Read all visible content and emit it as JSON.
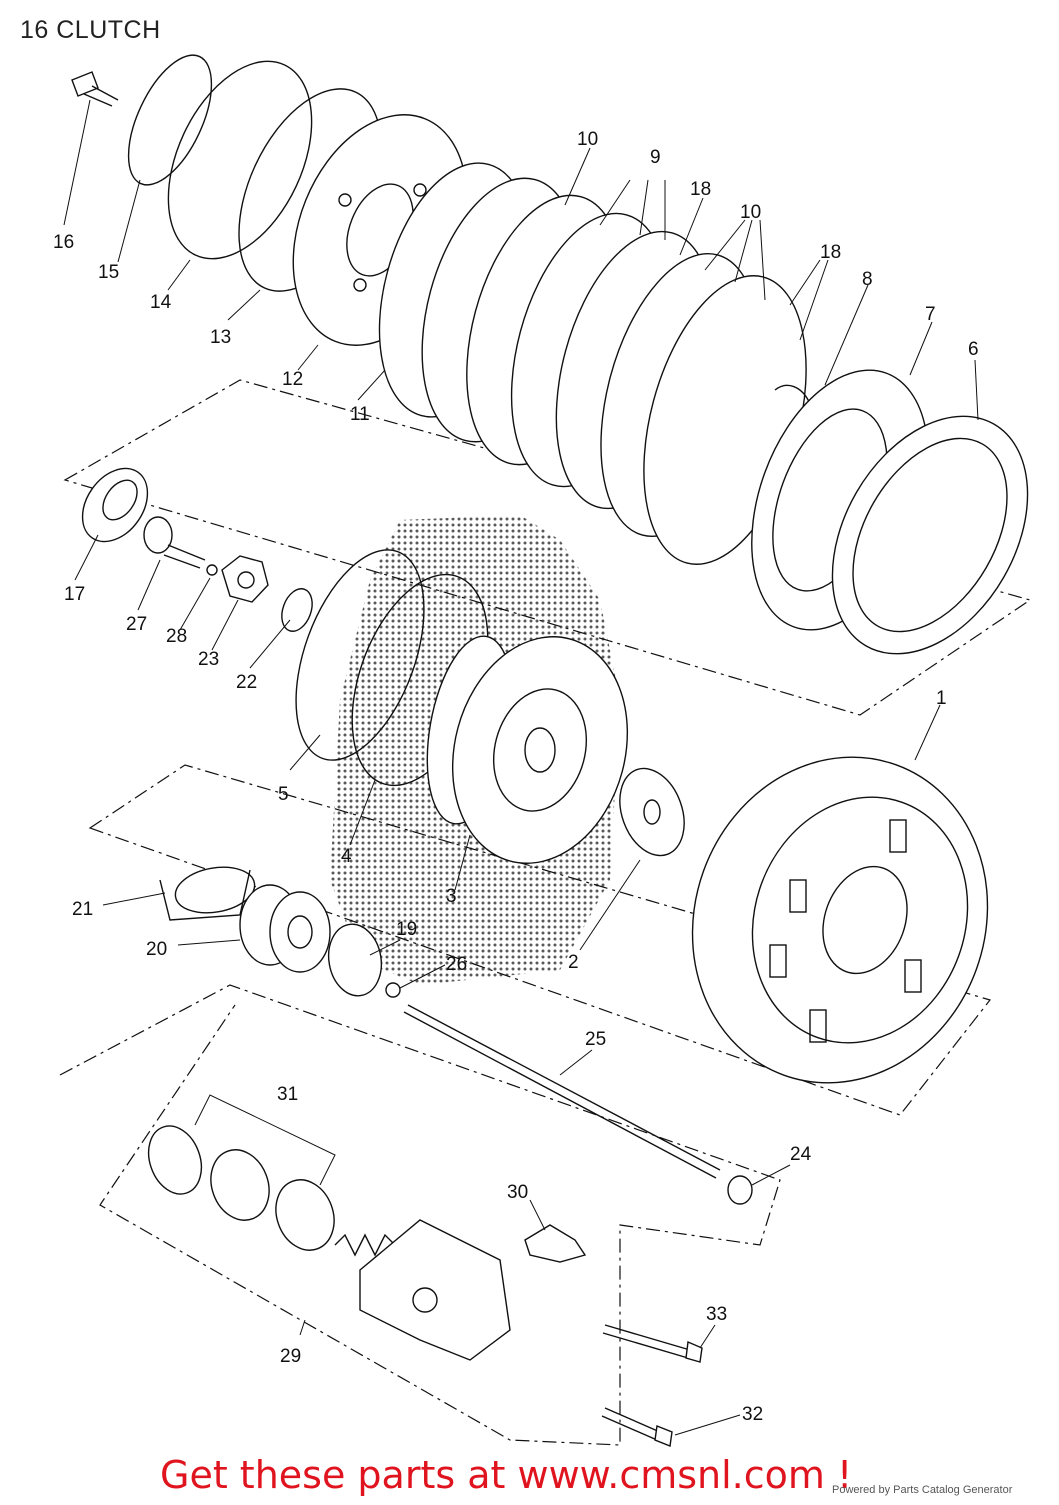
{
  "page": {
    "title": "16 CLUTCH"
  },
  "callouts": {
    "c1": "1",
    "c2": "2",
    "c3": "3",
    "c4": "4",
    "c5": "5",
    "c6": "6",
    "c7": "7",
    "c8": "8",
    "c9": "9",
    "c10a": "10",
    "c10b": "10",
    "c11": "11",
    "c12": "12",
    "c13": "13",
    "c14": "14",
    "c15": "15",
    "c16": "16",
    "c17": "17",
    "c18a": "18",
    "c18b": "18",
    "c19": "19",
    "c20": "20",
    "c21": "21",
    "c22": "22",
    "c23": "23",
    "c24": "24",
    "c25": "25",
    "c26": "26",
    "c27": "27",
    "c28": "28",
    "c29": "29",
    "c30": "30",
    "c31": "31",
    "c32": "32",
    "c33": "33"
  },
  "footer": {
    "promo": "Get these parts at www.cmsnl.com !",
    "powered": "Powered by Parts Catalog Generator"
  }
}
